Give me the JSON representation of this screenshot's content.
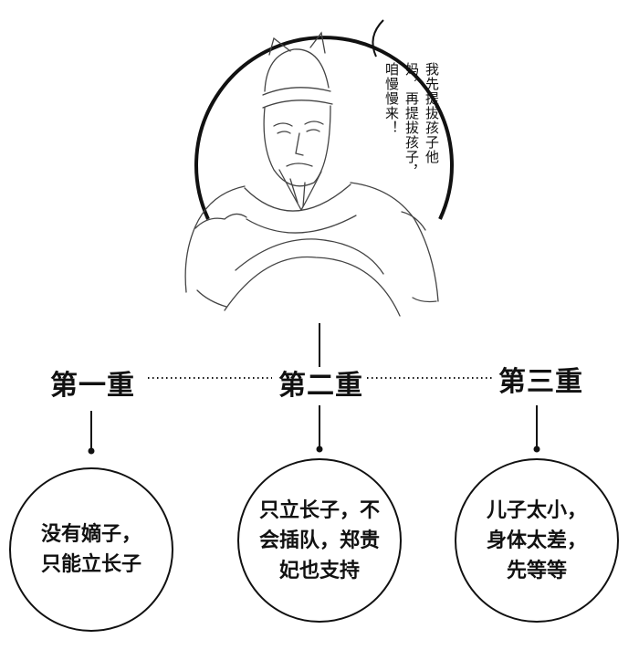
{
  "speech": "我先提拔孩子他妈，再提拔孩子，咱慢慢来！",
  "levels": [
    {
      "title": "第一重",
      "text": "没有嫡子，\n只能立长子"
    },
    {
      "title": "第二重",
      "text": "只立长子，不\n会插队，郑贵\n妃也支持"
    },
    {
      "title": "第三重",
      "text": "儿子太小，\n身体太差，\n先等等"
    }
  ],
  "icons": {
    "portrait": "emperor-portrait-icon"
  }
}
